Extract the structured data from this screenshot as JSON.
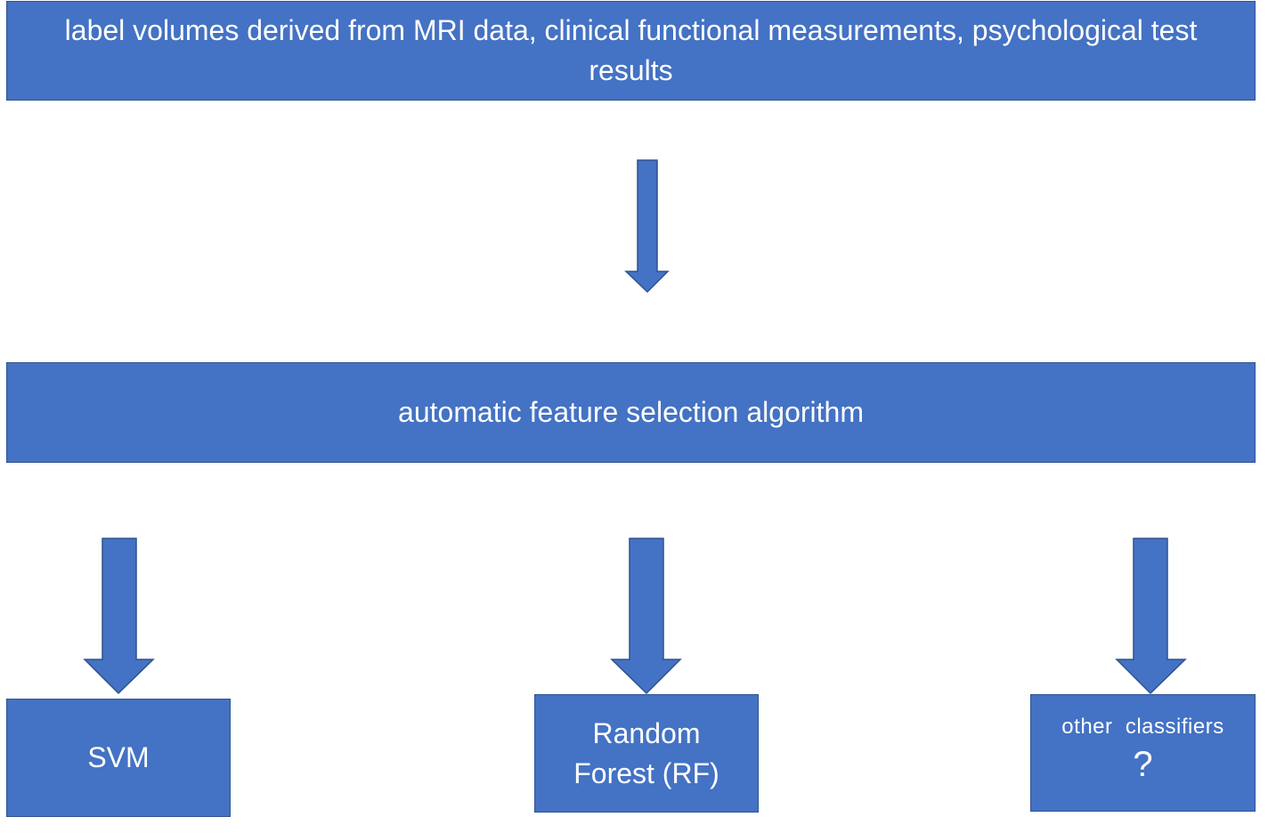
{
  "diagram": {
    "input_box": {
      "line1": "label volumes derived from MRI data, clinical functional measurements, psychological test",
      "line2": "results"
    },
    "feature_selection_box": {
      "label": "automatic feature selection algorithm"
    },
    "classifiers": {
      "svm": {
        "label": "SVM"
      },
      "rf": {
        "line1": "Random",
        "line2": "Forest (RF)"
      },
      "other": {
        "label": "other  classifiers",
        "symbol": "?"
      }
    }
  },
  "colors": {
    "box_fill": "#4472C4",
    "box_border": "#2F528F",
    "text": "#FFFFFF"
  }
}
